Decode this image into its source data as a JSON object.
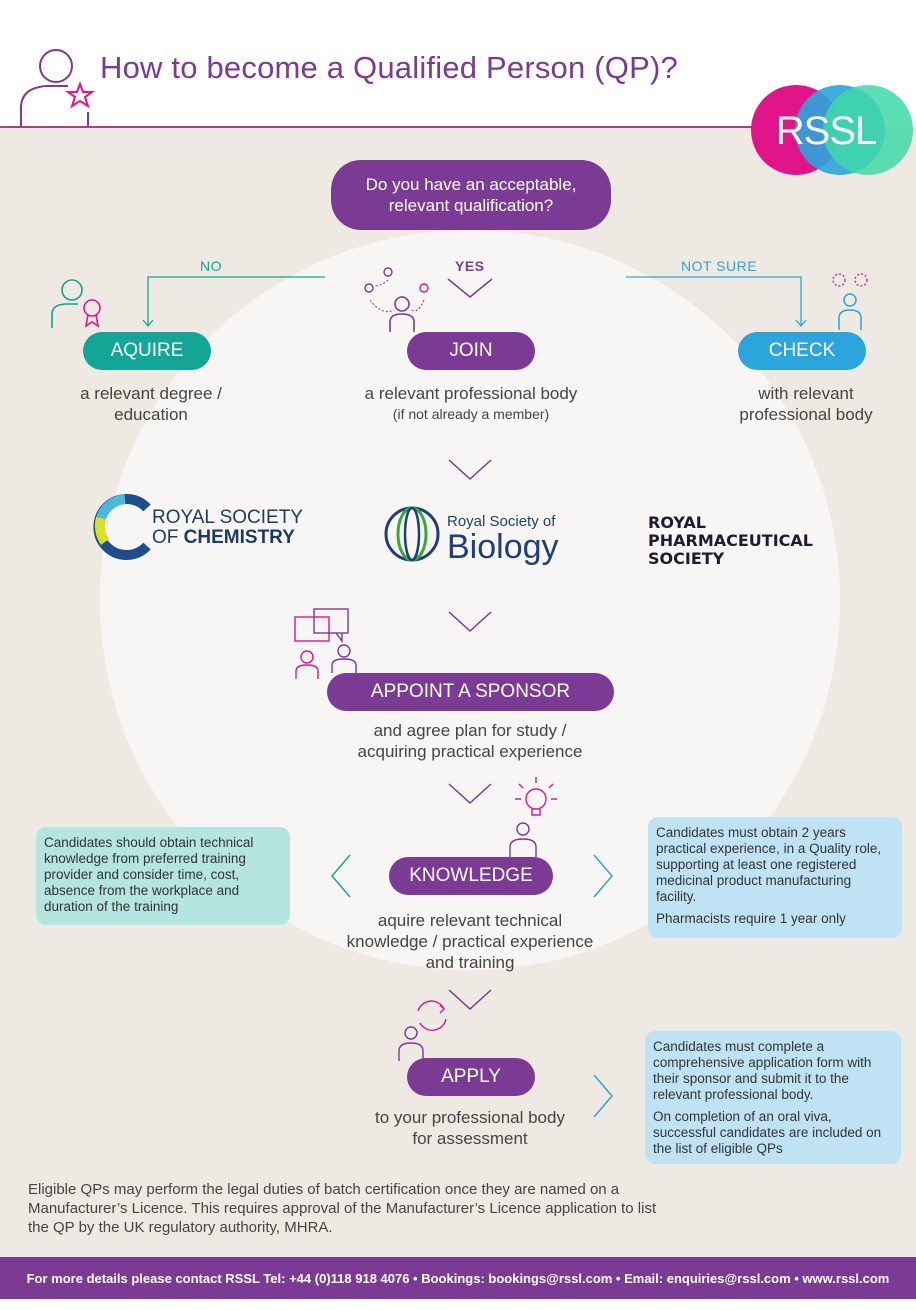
{
  "title": "How to become a Qualified Person (QP)?",
  "logo": {
    "text": "RSSL"
  },
  "question": {
    "line1": "Do you have an acceptable,",
    "line2": "relevant qualification?"
  },
  "branches": {
    "no": {
      "label": "NO",
      "button": "AQUIRE",
      "desc1": "a relevant degree /",
      "desc2": "education"
    },
    "yes": {
      "label": "YES",
      "button": "JOIN",
      "desc1": "a relevant professional body",
      "desc2": "(if not already a member)"
    },
    "not_sure": {
      "label": "NOT SURE",
      "button": "CHECK",
      "desc1": "with relevant",
      "desc2": "professional body"
    }
  },
  "bodies": {
    "rsc": {
      "line1": "ROYAL SOCIETY",
      "line2a": "OF ",
      "line2b": "CHEMISTRY"
    },
    "rsb": {
      "line1": "Royal Society of",
      "line2": "Biology"
    },
    "rps": {
      "line1": "ROYAL",
      "line2": "PHARMACEUTICAL",
      "line3": "SOCIETY"
    }
  },
  "sponsor": {
    "button": "APPOINT A SPONSOR",
    "desc1": "and agree plan for study /",
    "desc2": "acquiring practical experience"
  },
  "knowledge": {
    "button": "KNOWLEDGE",
    "desc1": "aquire relevant technical",
    "desc2": "knowledge / practical experience",
    "desc3": "and training",
    "left_note": "Candidates should obtain technical knowledge from preferred training provider and consider time, cost, absence from the workplace and duration of the training",
    "right_note_p1": "Candidates must obtain 2 years practical experience, in a Quality role, supporting at least one registered medicinal product manufacturing facility.",
    "right_note_p2": "Pharmacists require 1 year only"
  },
  "apply": {
    "button": "APPLY",
    "desc1": "to your professional body",
    "desc2": "for assessment",
    "note_p1": "Candidates must complete a comprehensive application form with their sponsor and submit it to the relevant professional body.",
    "note_p2": "On completion of an oral viva, successful candidates are included on the list of eligible QPs"
  },
  "eligible_text": "Eligible QPs may perform the legal duties of batch certification once they are named on a Manufacturer’s Licence. This requires approval of the Manufacturer’s Licence application to list the QP by the UK regulatory authority, MHRA.",
  "footer": "For more details please contact RSSL Tel: +44 (0)118 918 4076 • Bookings: bookings@rssl.com • Email: enquiries@rssl.com • www.rssl.com",
  "colors": {
    "purple": "#7b3a93",
    "teal": "#13a596",
    "blue": "#2ca4dc",
    "magenta": "#e0158a",
    "green_note": "#b4e6df",
    "blue_note": "#bfe3f5"
  }
}
